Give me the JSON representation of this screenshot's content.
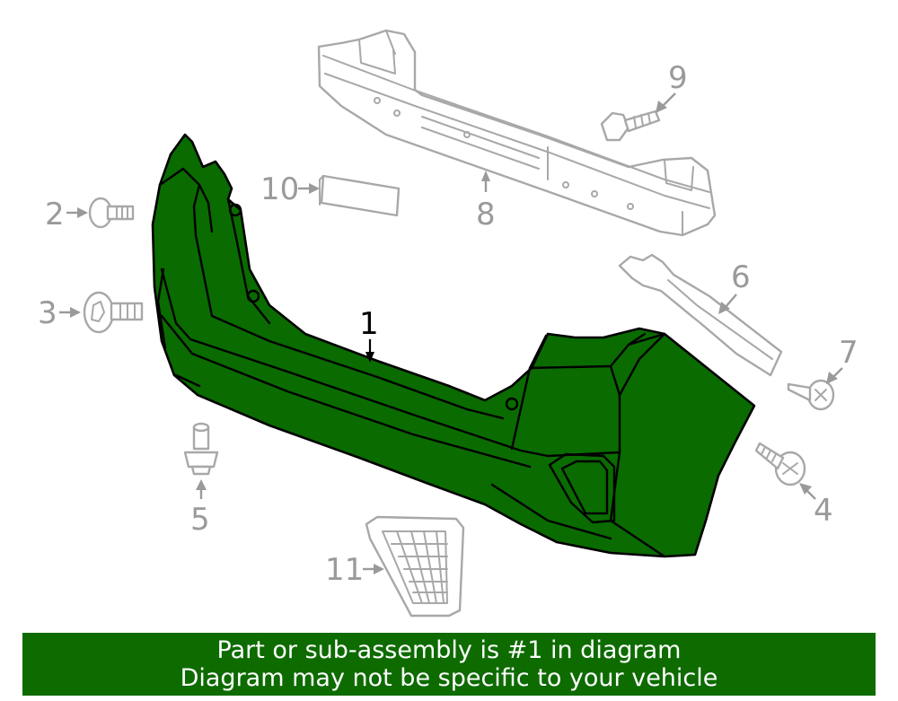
{
  "colors": {
    "highlight_part": "#0a6b00",
    "banner_background": "#0d6b00",
    "banner_text": "#ffffff",
    "callout_text": "#9a9a9a",
    "part_outline": "#a8a8a8"
  },
  "callouts": {
    "bumper_cover": "1",
    "bolt_2": "2",
    "bolt_3": "3",
    "screw_4": "4",
    "nut_5": "5",
    "bracket_6": "6",
    "screw_7": "7",
    "reinforcement_bar": "8",
    "bolt_9": "9",
    "pad_10": "10",
    "grille_11": "11"
  },
  "banner": {
    "line1": "Part or sub-assembly is #1 in diagram",
    "line2": "Diagram may not be specific to your vehicle"
  }
}
